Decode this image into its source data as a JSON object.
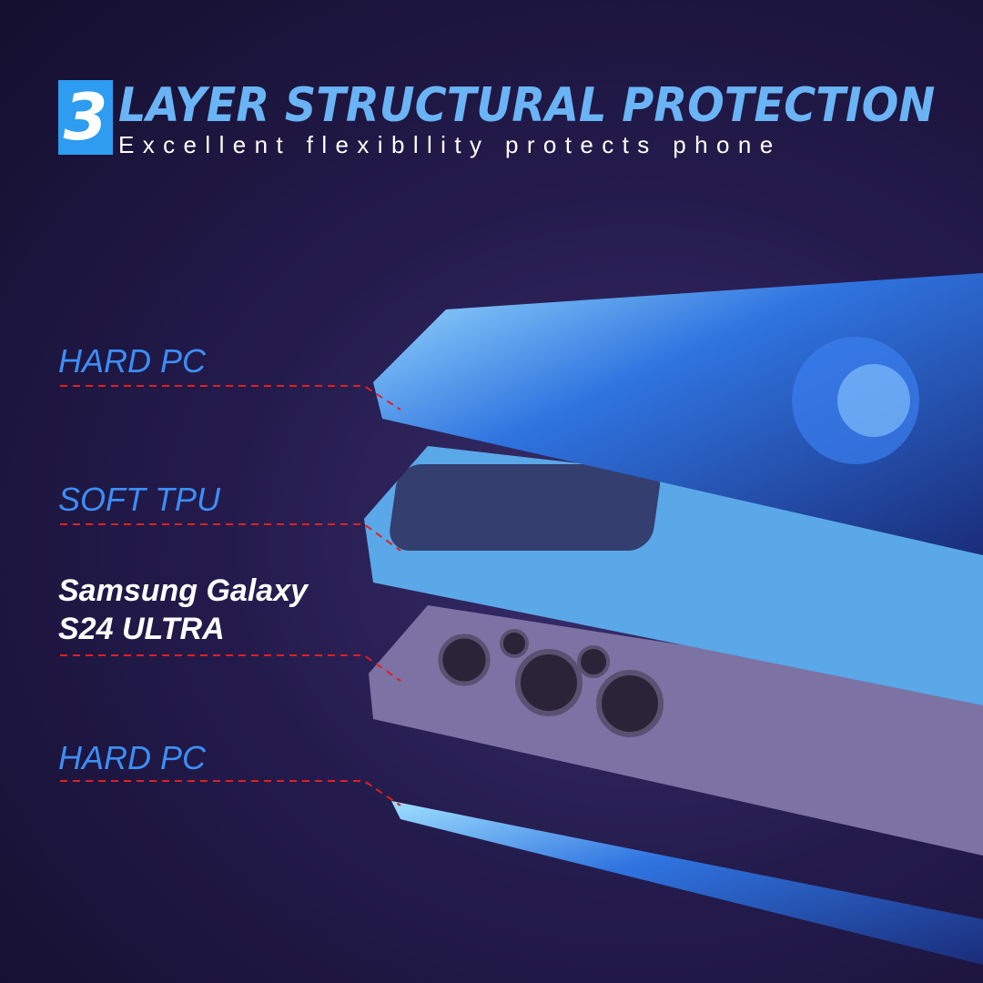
{
  "header": {
    "number": "3",
    "title": "LAYER STRUCTURAL PROTECTION",
    "subtitle": "Excellent flexibllity protects phone"
  },
  "labels": {
    "layer1": "HARD PC",
    "layer2": "SOFT TPU",
    "phone_line1": "Samsung Galaxy",
    "phone_line2": "S24 ULTRA",
    "layer3": "HARD PC"
  },
  "colors": {
    "accent": "#2e9cf0",
    "label_blue": "#3d8ef5",
    "tpu": "#5aa8e8",
    "phone": "#7a6f9e",
    "leader": "#e02020"
  },
  "icons": [
    "phone-case-layers-illustration"
  ]
}
